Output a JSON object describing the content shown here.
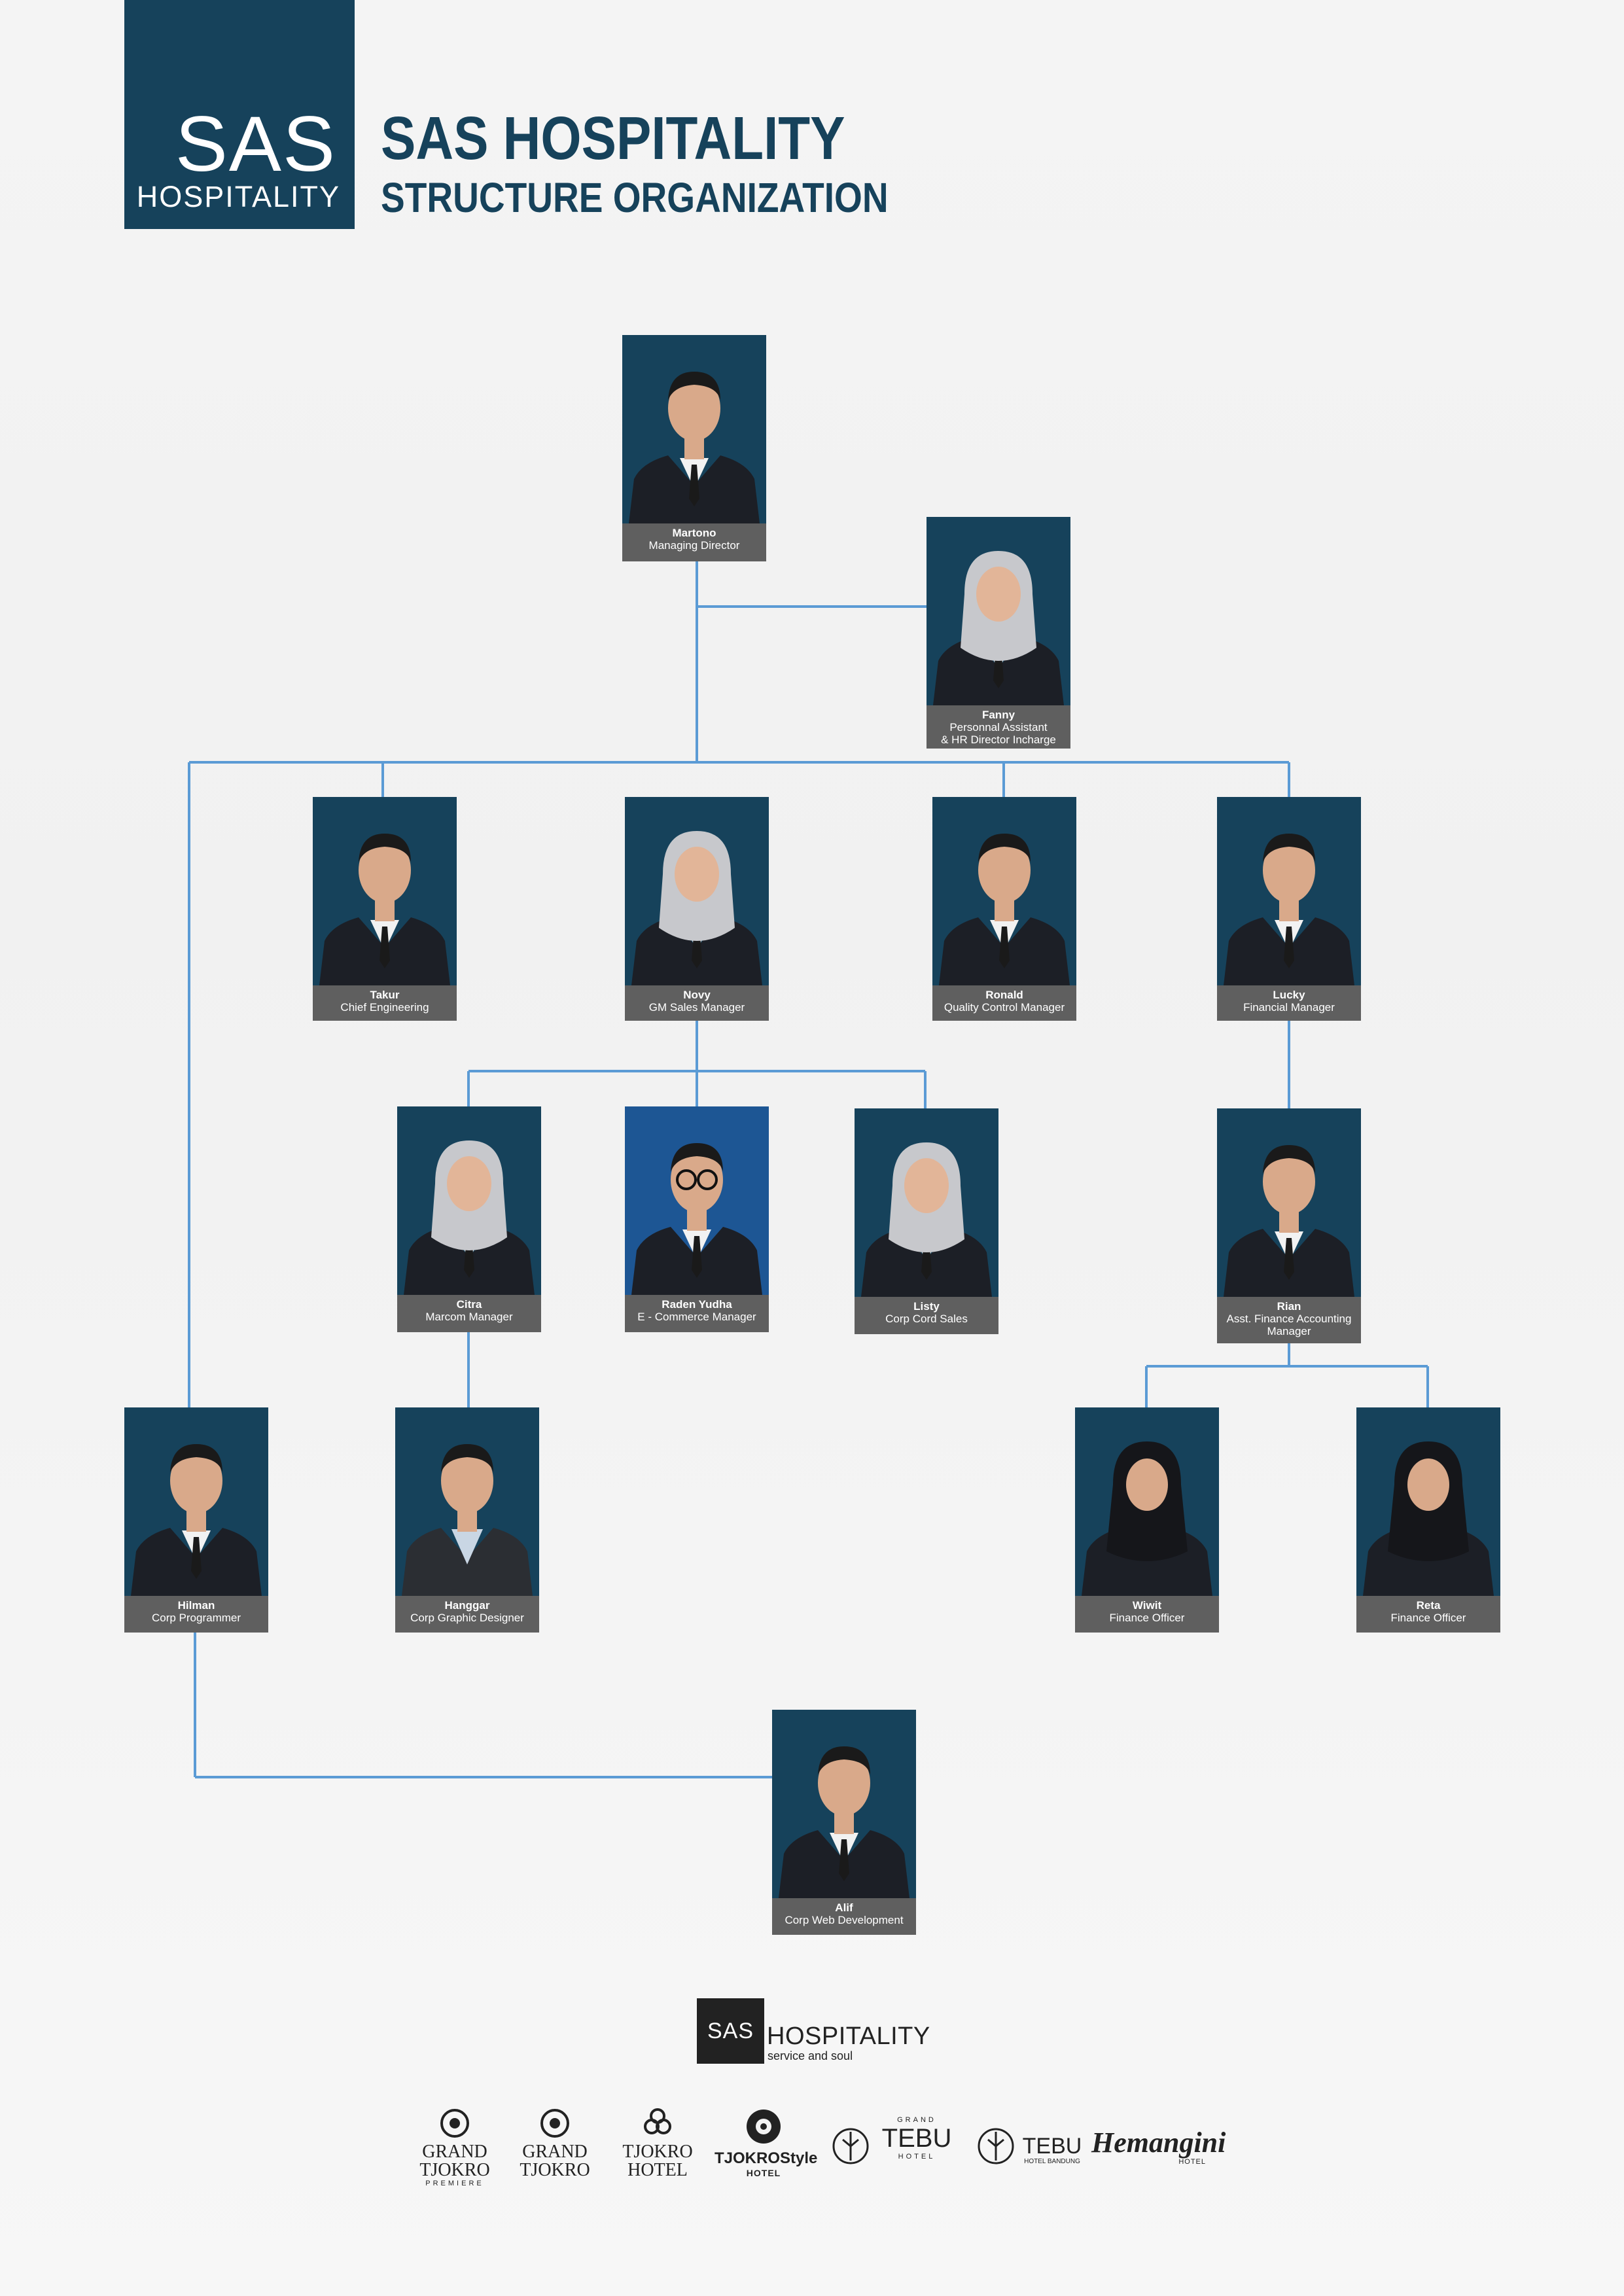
{
  "header": {
    "logo_sas": "SAS",
    "logo_hospitality": "HOSPITALITY",
    "title": "SAS HOSPITALITY",
    "subtitle": "STRUCTURE ORGANIZATION"
  },
  "org": {
    "martono": {
      "name": "Martono",
      "role": "Managing Director"
    },
    "fanny": {
      "name": "Fanny",
      "role": "Personnal Assistant",
      "role2": "& HR Director Incharge"
    },
    "takur": {
      "name": "Takur",
      "role": "Chief Engineering"
    },
    "novy": {
      "name": "Novy",
      "role": "GM Sales Manager"
    },
    "ronald": {
      "name": "Ronald",
      "role": "Quality Control Manager"
    },
    "lucky": {
      "name": "Lucky",
      "role": "Financial Manager"
    },
    "citra": {
      "name": "Citra",
      "role": "Marcom Manager"
    },
    "raden": {
      "name": "Raden Yudha",
      "role": "E - Commerce Manager"
    },
    "listy": {
      "name": "Listy",
      "role": "Corp Cord Sales"
    },
    "rian": {
      "name": "Rian",
      "role": "Asst. Finance Accounting",
      "role2": "Manager"
    },
    "hilman": {
      "name": "Hilman",
      "role": "Corp Programmer"
    },
    "hanggar": {
      "name": "Hanggar",
      "role": "Corp Graphic Designer"
    },
    "wiwit": {
      "name": "Wiwit",
      "role": "Finance Officer"
    },
    "reta": {
      "name": "Reta",
      "role": "Finance Officer"
    },
    "alif": {
      "name": "Alif",
      "role": "Corp Web Development"
    }
  },
  "footer": {
    "logo_sas": "SAS",
    "logo_name": "HOSPITALITY",
    "tagline": "service and soul",
    "brands": [
      {
        "line1": "GRAND",
        "line2": "TJOKRO",
        "line3": "PREMIERE"
      },
      {
        "line1": "GRAND",
        "line2": "TJOKRO"
      },
      {
        "line1": "TJOKRO",
        "line2": "HOTEL"
      },
      {
        "line1": "TJOKROStyle",
        "line2": "HOTEL"
      },
      {
        "line1": "GRAND",
        "line2": "TEBU",
        "line3": "HOTEL"
      },
      {
        "line1": "TEBU",
        "line2": "HOTEL BANDUNG"
      },
      {
        "line1": "Hemangini",
        "line2": "HOTEL"
      }
    ]
  }
}
